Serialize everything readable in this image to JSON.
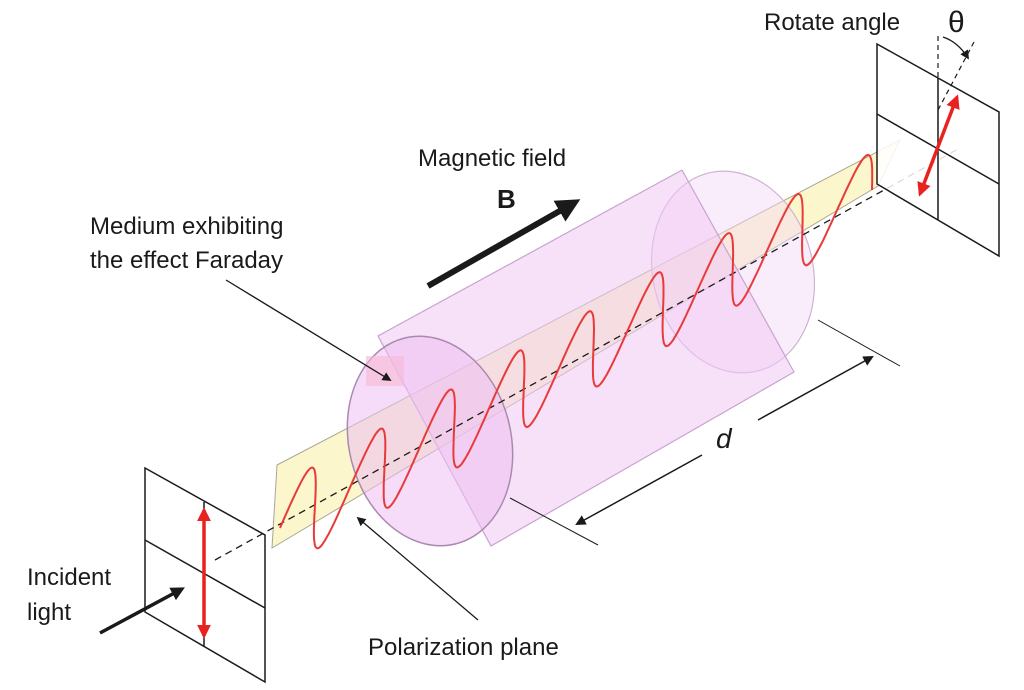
{
  "labels": {
    "rotate_angle": "Rotate angle",
    "theta": "θ",
    "magnetic_field": "Magnetic field",
    "field_symbol": "B",
    "medium_line1": "Medium exhibiting",
    "medium_line2": "the effect Faraday",
    "distance": "d",
    "incident_line1": "Incident",
    "incident_line2": "light",
    "polarization_plane": "Polarization plane"
  },
  "colors": {
    "wave": "#e83a3a",
    "polarization_arrow": "#e8231f",
    "plane_fill": "#fbf6cc",
    "cylinder_fill": "#f0c8f4",
    "cylinder_stroke": "#c9a3cf",
    "line": "#1a1a1a"
  }
}
